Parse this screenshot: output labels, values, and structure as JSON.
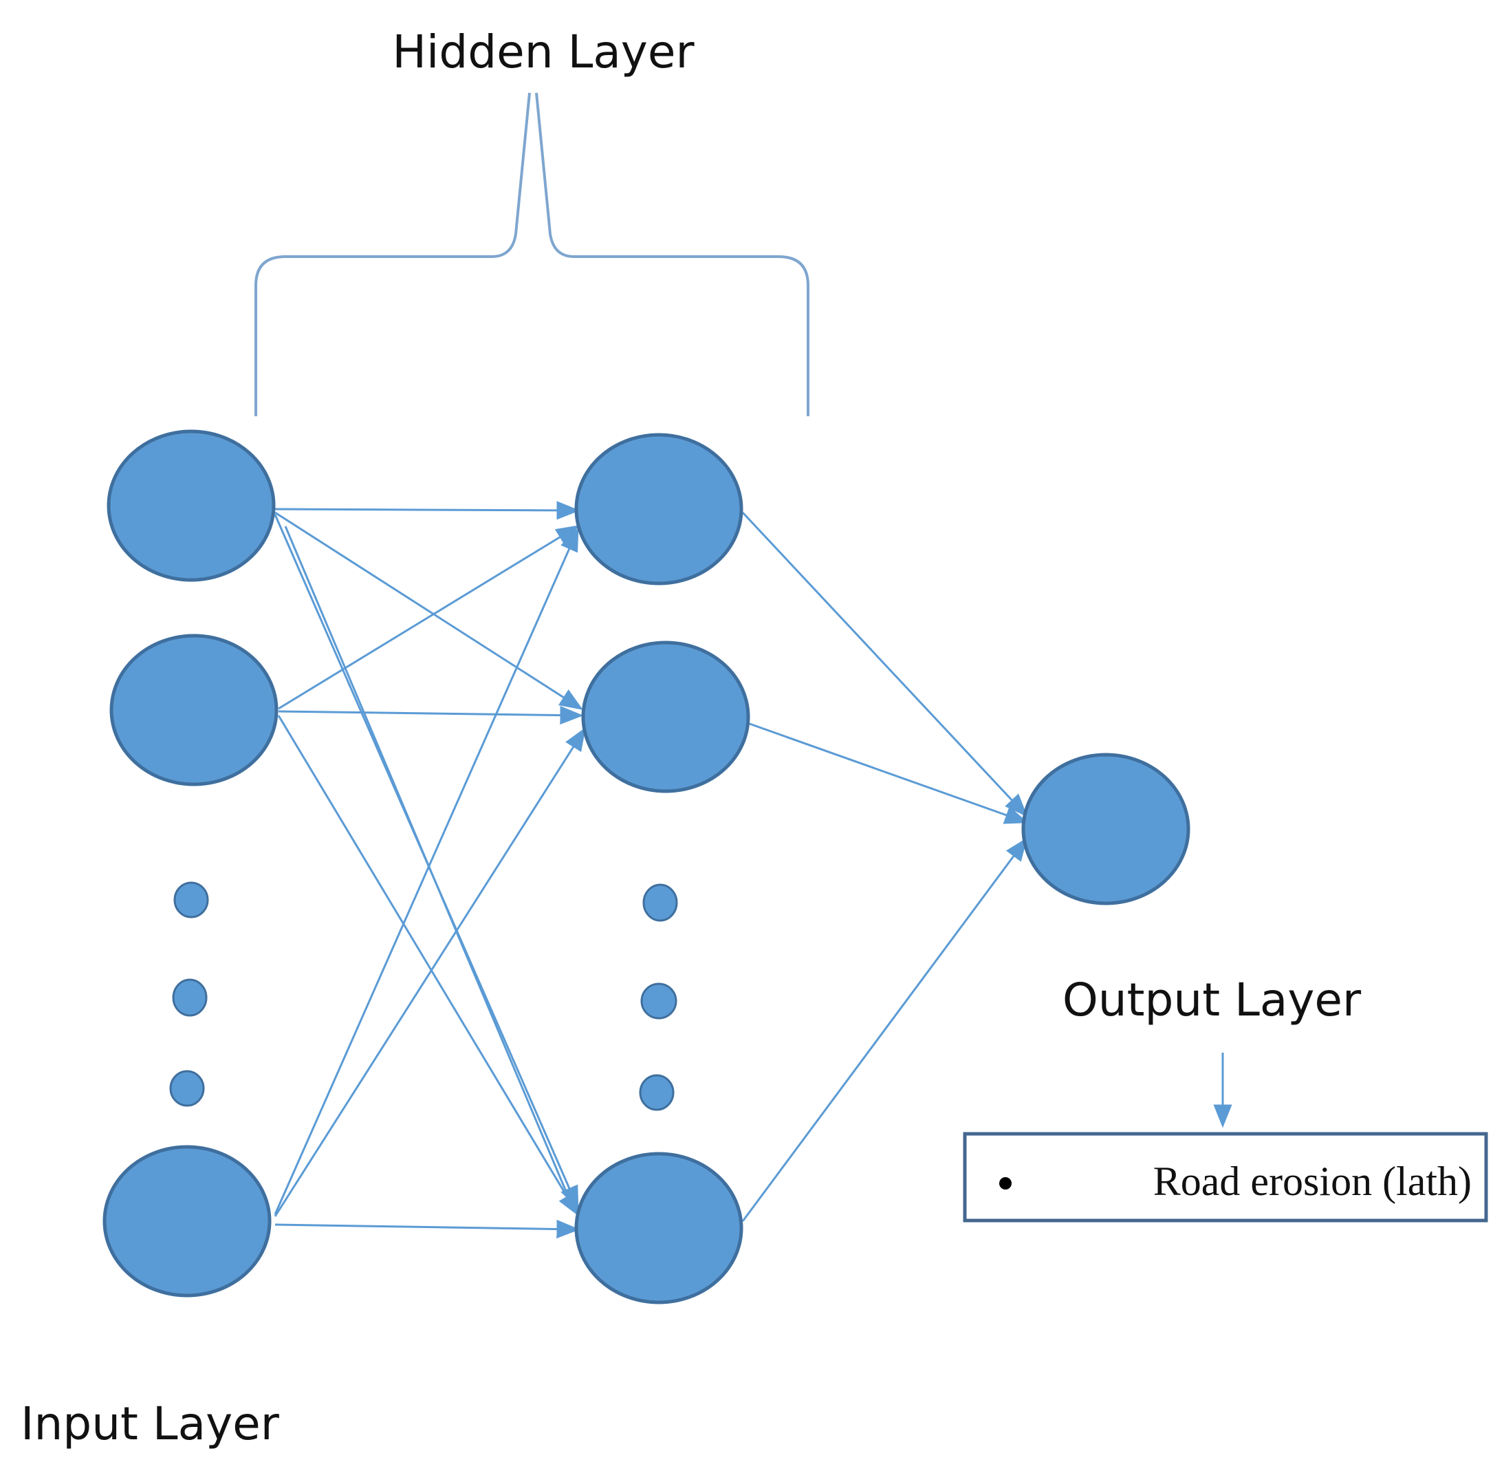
{
  "labels": {
    "hidden_layer": "Hidden Layer",
    "input_layer": "Input Layer",
    "output_layer": "Output Layer"
  },
  "output_box": {
    "text": "Road erosion (lath)"
  },
  "colors": {
    "node_fill": "#5b9bd5",
    "node_stroke": "#3f6f9e",
    "edge": "#5b9bd5",
    "box_border": "#44678f"
  }
}
